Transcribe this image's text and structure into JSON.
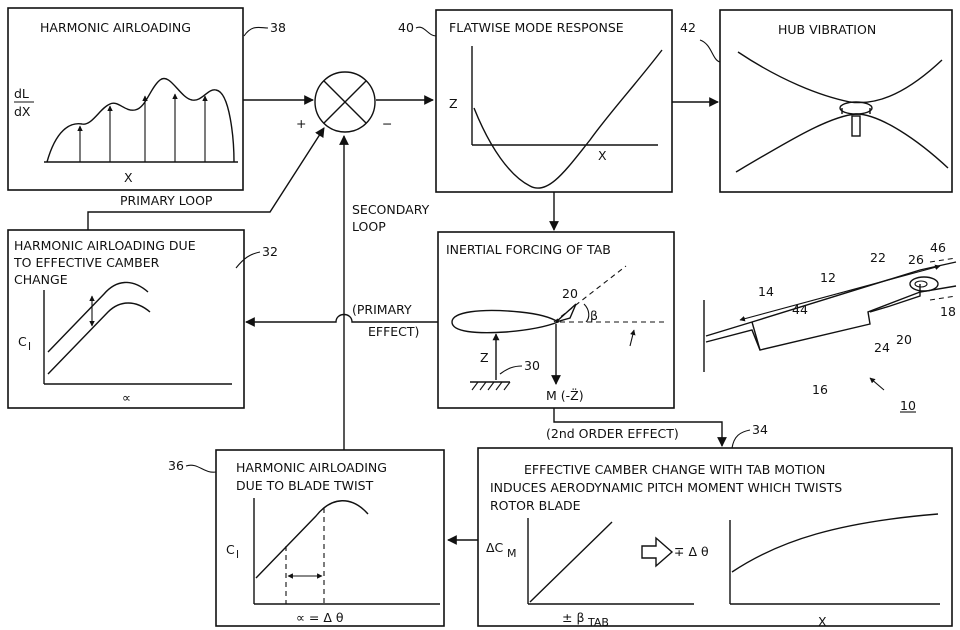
{
  "blocks": {
    "harmonic_airloading": {
      "title": "HARMONIC AIRLOADING",
      "ref": "38",
      "y_label_top": "dL",
      "y_label_bottom": "dX",
      "x_label": "X"
    },
    "flatwise_mode": {
      "title": "FLATWISE MODE RESPONSE",
      "ref": "40",
      "y_label": "Z",
      "x_label": "X"
    },
    "hub_vibration": {
      "title": "HUB VIBRATION",
      "ref": "42"
    },
    "camber_airloading": {
      "title_line1": "HARMONIC AIRLOADING DUE",
      "title_line2": "TO EFFECTIVE CAMBER",
      "title_line3": "CHANGE",
      "ref": "32",
      "y_label": "C",
      "y_sub": "l",
      "x_label": "∝"
    },
    "inertial_forcing": {
      "title": "INERTIAL FORCING OF TAB",
      "tab_ref": "20",
      "beta": "β",
      "z_label": "Z",
      "ref": "30",
      "moment": "M (-Z̈)"
    },
    "twist_airloading": {
      "title_line1": "HARMONIC AIRLOADING",
      "title_line2": "DUE TO BLADE TWIST",
      "ref": "36",
      "y_label": "C",
      "y_sub": "l",
      "x_label": "∝ = Δ θ"
    },
    "camber_moment": {
      "title_line1": "EFFECTIVE CAMBER CHANGE WITH TAB MOTION",
      "title_line2": "INDUCES AERODYNAMIC PITCH MOMENT WHICH TWISTS",
      "title_line3": "ROTOR BLADE",
      "ref": "34",
      "y_label": "ΔC",
      "y_sub": "M",
      "x_label": "± β",
      "x_sub": "TAB",
      "arrow_label": "∓ Δ θ",
      "x2_label": "X"
    }
  },
  "summing_junction": {
    "plus": "+",
    "minus": "−"
  },
  "connections": {
    "primary_loop": "PRIMARY LOOP",
    "secondary_loop_line1": "SECONDARY",
    "secondary_loop_line2": "LOOP",
    "primary_effect_line1": "(PRIMARY",
    "primary_effect_line2": "EFFECT)",
    "second_order_effect": "(2nd ORDER EFFECT)"
  },
  "blade_drawing": {
    "labels": [
      "46",
      "12",
      "22",
      "26",
      "14",
      "44",
      "18",
      "20",
      "24",
      "16",
      "10"
    ]
  }
}
